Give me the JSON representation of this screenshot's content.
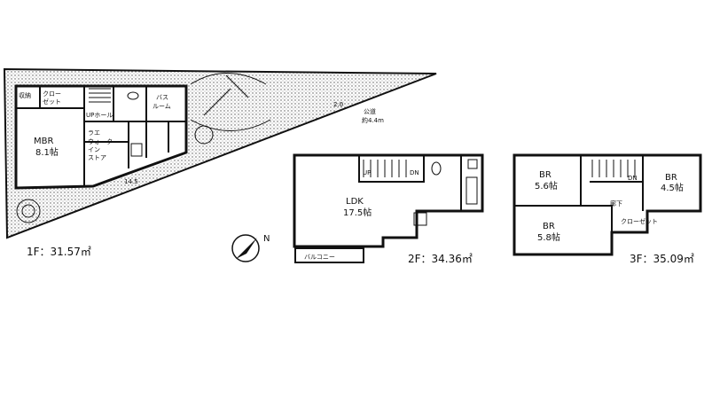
{
  "floors": {
    "f1": {
      "area_label": "1F：31.57㎡",
      "rooms": {
        "storage": "収納",
        "closet1": "クロー",
        "closet2": "ゼット",
        "mbr": "MBR",
        "mbr_size": "8.1帖",
        "hall": "UPホール",
        "bath1": "バス",
        "bath2": "ルーム",
        "utility": "ラエ",
        "walkin1": "ウォーク",
        "walkin2": "イン",
        "walkin3": "ストア"
      },
      "dims": {
        "d1": "2.0",
        "d2": "14.5"
      },
      "road1": "公道",
      "road2": "約4.4m"
    },
    "f2": {
      "area_label": "2F：34.36㎡",
      "rooms": {
        "ldk": "LDK",
        "ldk_size": "17.5帖",
        "up": "UP",
        "dn": "DN",
        "balcony": "バルコニー"
      }
    },
    "f3": {
      "area_label": "3F：35.09㎡",
      "rooms": {
        "br1": "BR",
        "br1_size": "5.6帖",
        "br2": "BR",
        "br2_size": "4.5帖",
        "br3": "BR",
        "br3_size": "5.8帖",
        "hall": "廊下",
        "closet": "クローゼット",
        "dn": "DN"
      }
    }
  },
  "compass": {
    "label": "N"
  },
  "colors": {
    "line": "#111111",
    "paper": "#ffffff"
  }
}
